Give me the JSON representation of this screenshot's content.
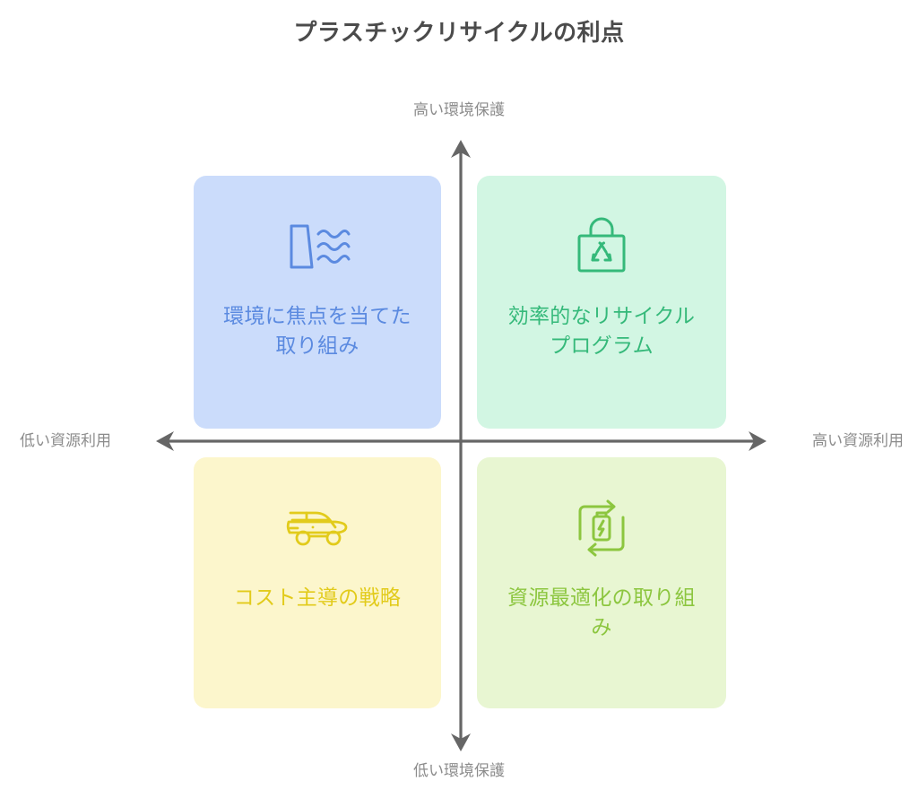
{
  "chart_data": {
    "type": "matrix",
    "title": "プラスチックリサイクルの利点",
    "axes": {
      "vertical": {
        "high_label": "高い環境保護",
        "low_label": "低い環境保護",
        "color": "#666666"
      },
      "horizontal": {
        "low_label": "低い資源利用",
        "high_label": "高い資源利用",
        "color": "#666666"
      }
    },
    "quadrants": [
      {
        "position": "top-left",
        "label": "環境に焦点を当てた取り組み",
        "icon": "dam-water-icon",
        "background": "#cbdcfb",
        "accent": "#5b8ae0"
      },
      {
        "position": "top-right",
        "label": "効率的なリサイクルプログラム",
        "icon": "recycle-bag-icon",
        "background": "#d2f6e3",
        "accent": "#35b97a"
      },
      {
        "position": "bottom-left",
        "label": "コスト主導の戦略",
        "icon": "car-icon",
        "background": "#fcf6cc",
        "accent": "#e2cb1b"
      },
      {
        "position": "bottom-right",
        "label": "資源最適化の取り組み",
        "icon": "battery-recycle-icon",
        "background": "#e8f6d2",
        "accent": "#8cc63f"
      }
    ],
    "background": "#ffffff",
    "title_color": "#4b4b4b",
    "axis_label_color": "#8c8c8c"
  }
}
